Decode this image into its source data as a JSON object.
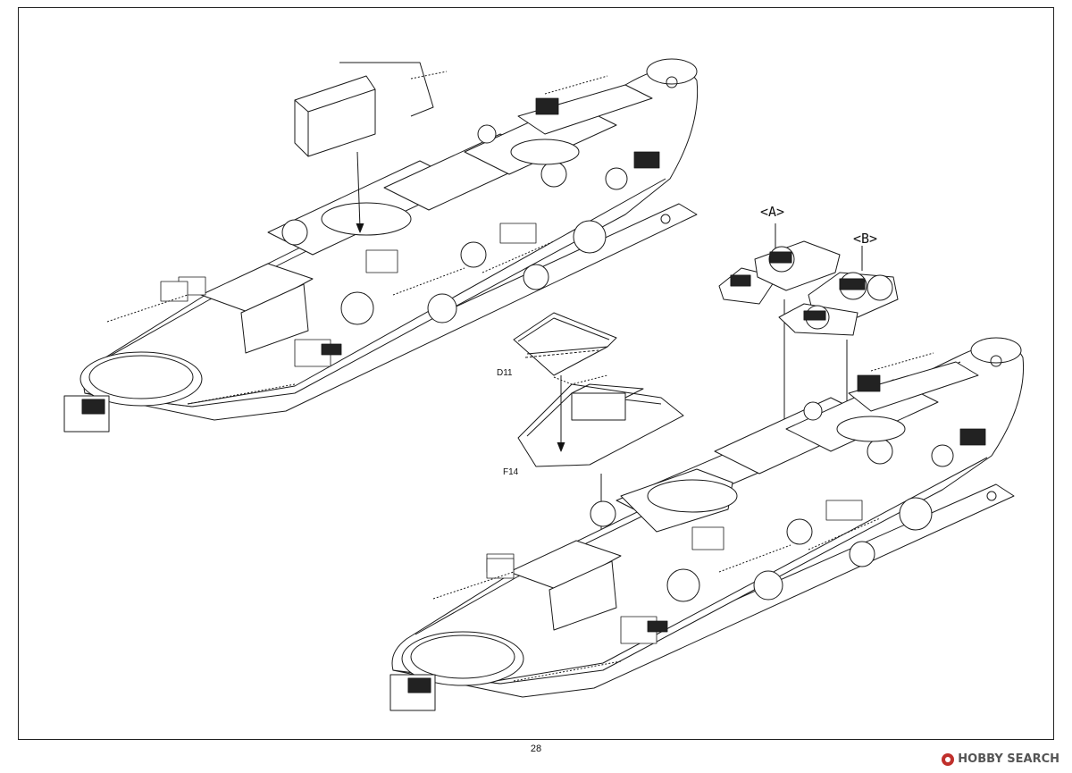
{
  "labels": {
    "subassembly_a": "<A>",
    "subassembly_b": "<B>",
    "part_d11": "D11",
    "part_f14": "F14"
  },
  "page_number": "28",
  "watermark": "HOBBY SEARCH"
}
